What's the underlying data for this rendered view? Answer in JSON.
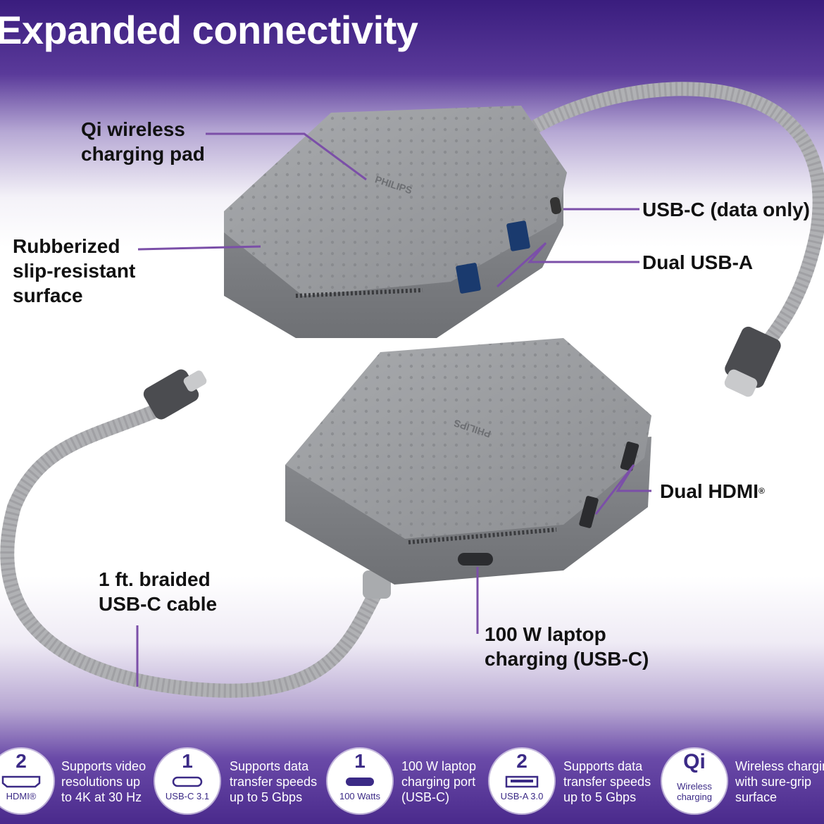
{
  "title": "Expanded connectivity",
  "callouts": {
    "qi_line1": "Qi wireless",
    "qi_line2": "charging pad",
    "rubber_line1": "Rubberized",
    "rubber_line2": "slip-resistant",
    "rubber_line3": "surface",
    "usbc_data": "USB-C (data only)",
    "dual_usba": "Dual USB-A",
    "dual_hdmi": "Dual HDMI",
    "hdmi_mark": "®",
    "cable_line1": "1 ft. braided",
    "cable_line2": "USB-C cable",
    "laptop_line1": "100 W laptop",
    "laptop_line2": "charging (USB-C)"
  },
  "features": [
    {
      "num": "2",
      "caption": "HDMI®",
      "icon": "hdmi-port-icon",
      "text": [
        "Supports video",
        "resolutions up",
        "to 4K at 30 Hz"
      ]
    },
    {
      "num": "1",
      "caption": "USB-C 3.1",
      "icon": "usb-c-port-icon",
      "text": [
        "Supports data",
        "transfer speeds",
        "up to 5 Gbps"
      ]
    },
    {
      "num": "1",
      "caption": "100 Watts",
      "icon": "usb-c-power-icon",
      "text": [
        "100 W laptop",
        "charging port",
        "(USB-C)"
      ]
    },
    {
      "num": "2",
      "caption": "USB-A 3.0",
      "icon": "usb-a-port-icon",
      "text": [
        "Supports data",
        "transfer speeds",
        "up to 5 Gbps"
      ]
    },
    {
      "num": "Qi",
      "caption_line1": "Wireless",
      "caption_line2": "charging",
      "icon": "qi-logo",
      "text": [
        "Wireless charging",
        "with sure-grip",
        "surface"
      ]
    }
  ],
  "brand": "PHILIPS",
  "colors": {
    "accent": "#7b4fa8",
    "brand_purple": "#3b2a86",
    "device_gray": "#9c9ea2"
  }
}
